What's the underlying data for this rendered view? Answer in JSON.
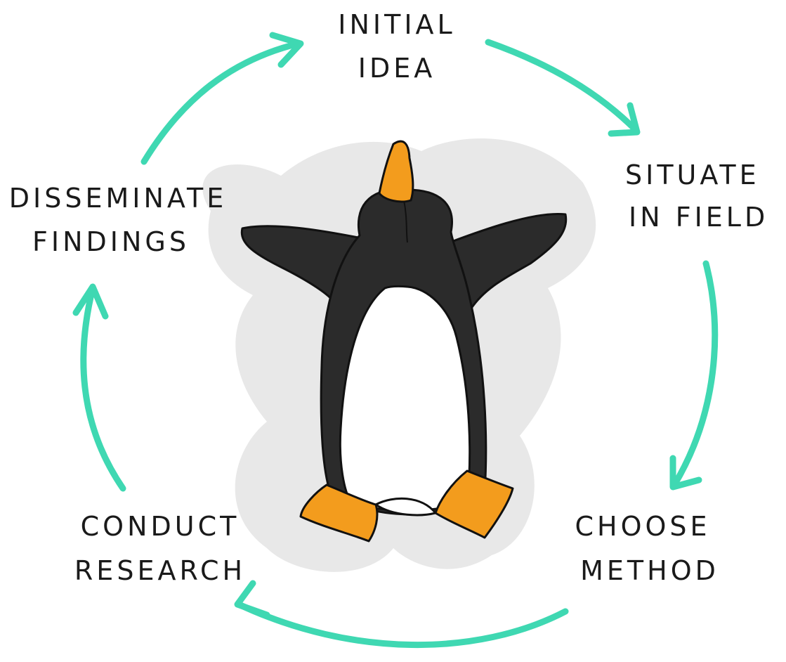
{
  "diagram": {
    "stages": [
      {
        "id": "initial-idea",
        "lines": [
          "INITIAL",
          "IDEA"
        ]
      },
      {
        "id": "situate-in-field",
        "lines": [
          "SITUATE",
          "IN FIELD"
        ]
      },
      {
        "id": "choose-method",
        "lines": [
          "CHOOSE",
          "METHOD"
        ]
      },
      {
        "id": "conduct-research",
        "lines": [
          "CONDUCT",
          "RESEARCH"
        ]
      },
      {
        "id": "disseminate-findings",
        "lines": [
          "DISSEMINATE",
          "FINDINGS"
        ]
      }
    ],
    "colors": {
      "arrow": "#3fd8b2",
      "text": "#1a1a1a",
      "penguin_body": "#2b2b2b",
      "penguin_belly": "#ffffff",
      "penguin_beak_feet": "#f39c1d",
      "snow_shadow": "#e6e6e6"
    },
    "center_figure": "penguin-icon"
  }
}
